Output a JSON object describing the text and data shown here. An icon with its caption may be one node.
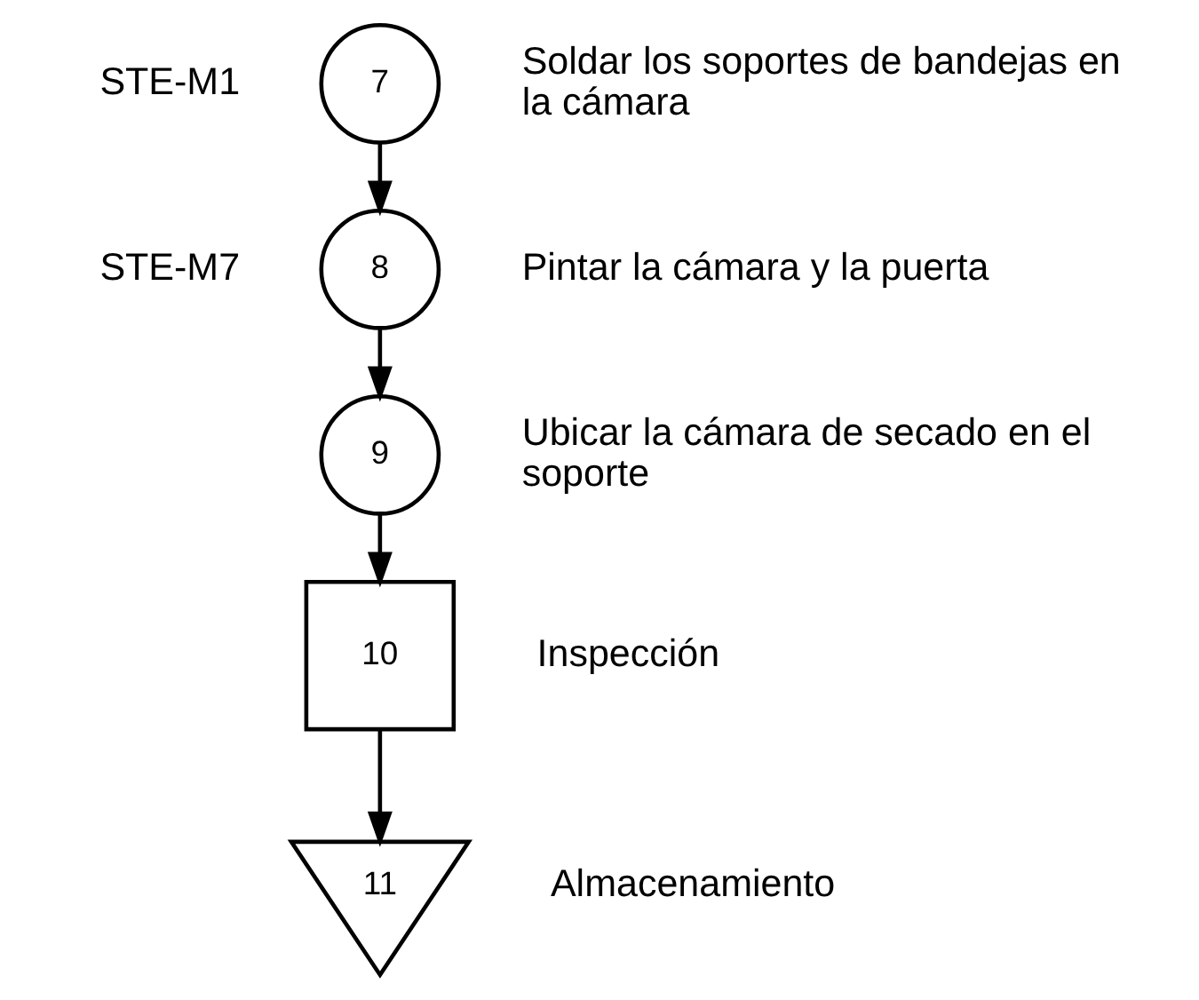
{
  "diagram": {
    "nodes": [
      {
        "text": [
          "7"
        ],
        "beside": [
          "STE-M1",
          "Soldar los soportes de bandejas en la cámara"
        ]
      },
      {
        "text": [
          "8"
        ],
        "beside": [
          "STE-M7",
          "Pintar la cámara y la puerta"
        ]
      },
      {
        "text": [
          "9"
        ],
        "beside": [
          "Ubicar la cámara de secado en el soporte"
        ]
      },
      {
        "text": [
          "10"
        ],
        "beside": [
          "Inspección"
        ]
      },
      {
        "text": [
          "11"
        ],
        "beside": [
          "Almacenamiento"
        ]
      }
    ],
    "edges": [
      {
        "from": 0,
        "to": 1,
        "arrow": "to"
      },
      {
        "from": 1,
        "to": 2,
        "arrow": "to"
      },
      {
        "from": 2,
        "to": 3,
        "arrow": "to"
      },
      {
        "from": 3,
        "to": 4,
        "arrow": "to"
      }
    ]
  }
}
